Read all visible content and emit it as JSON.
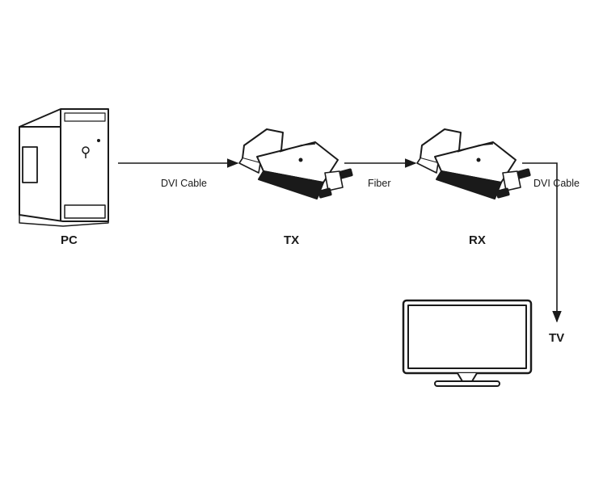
{
  "diagram": {
    "nodes": {
      "pc": {
        "label": "PC",
        "icon": "pc-tower-icon"
      },
      "tx": {
        "label": "TX",
        "icon": "transmitter-icon"
      },
      "rx": {
        "label": "RX",
        "icon": "receiver-icon"
      },
      "tv": {
        "label": "TV",
        "icon": "tv-monitor-icon"
      }
    },
    "edges": {
      "pc_tx": {
        "label": "DVI Cable"
      },
      "tx_rx": {
        "label": "Fiber"
      },
      "rx_tv": {
        "label": "DVI Cable"
      }
    }
  },
  "colors": {
    "stroke": "#1a1a1a",
    "background": "#ffffff"
  }
}
